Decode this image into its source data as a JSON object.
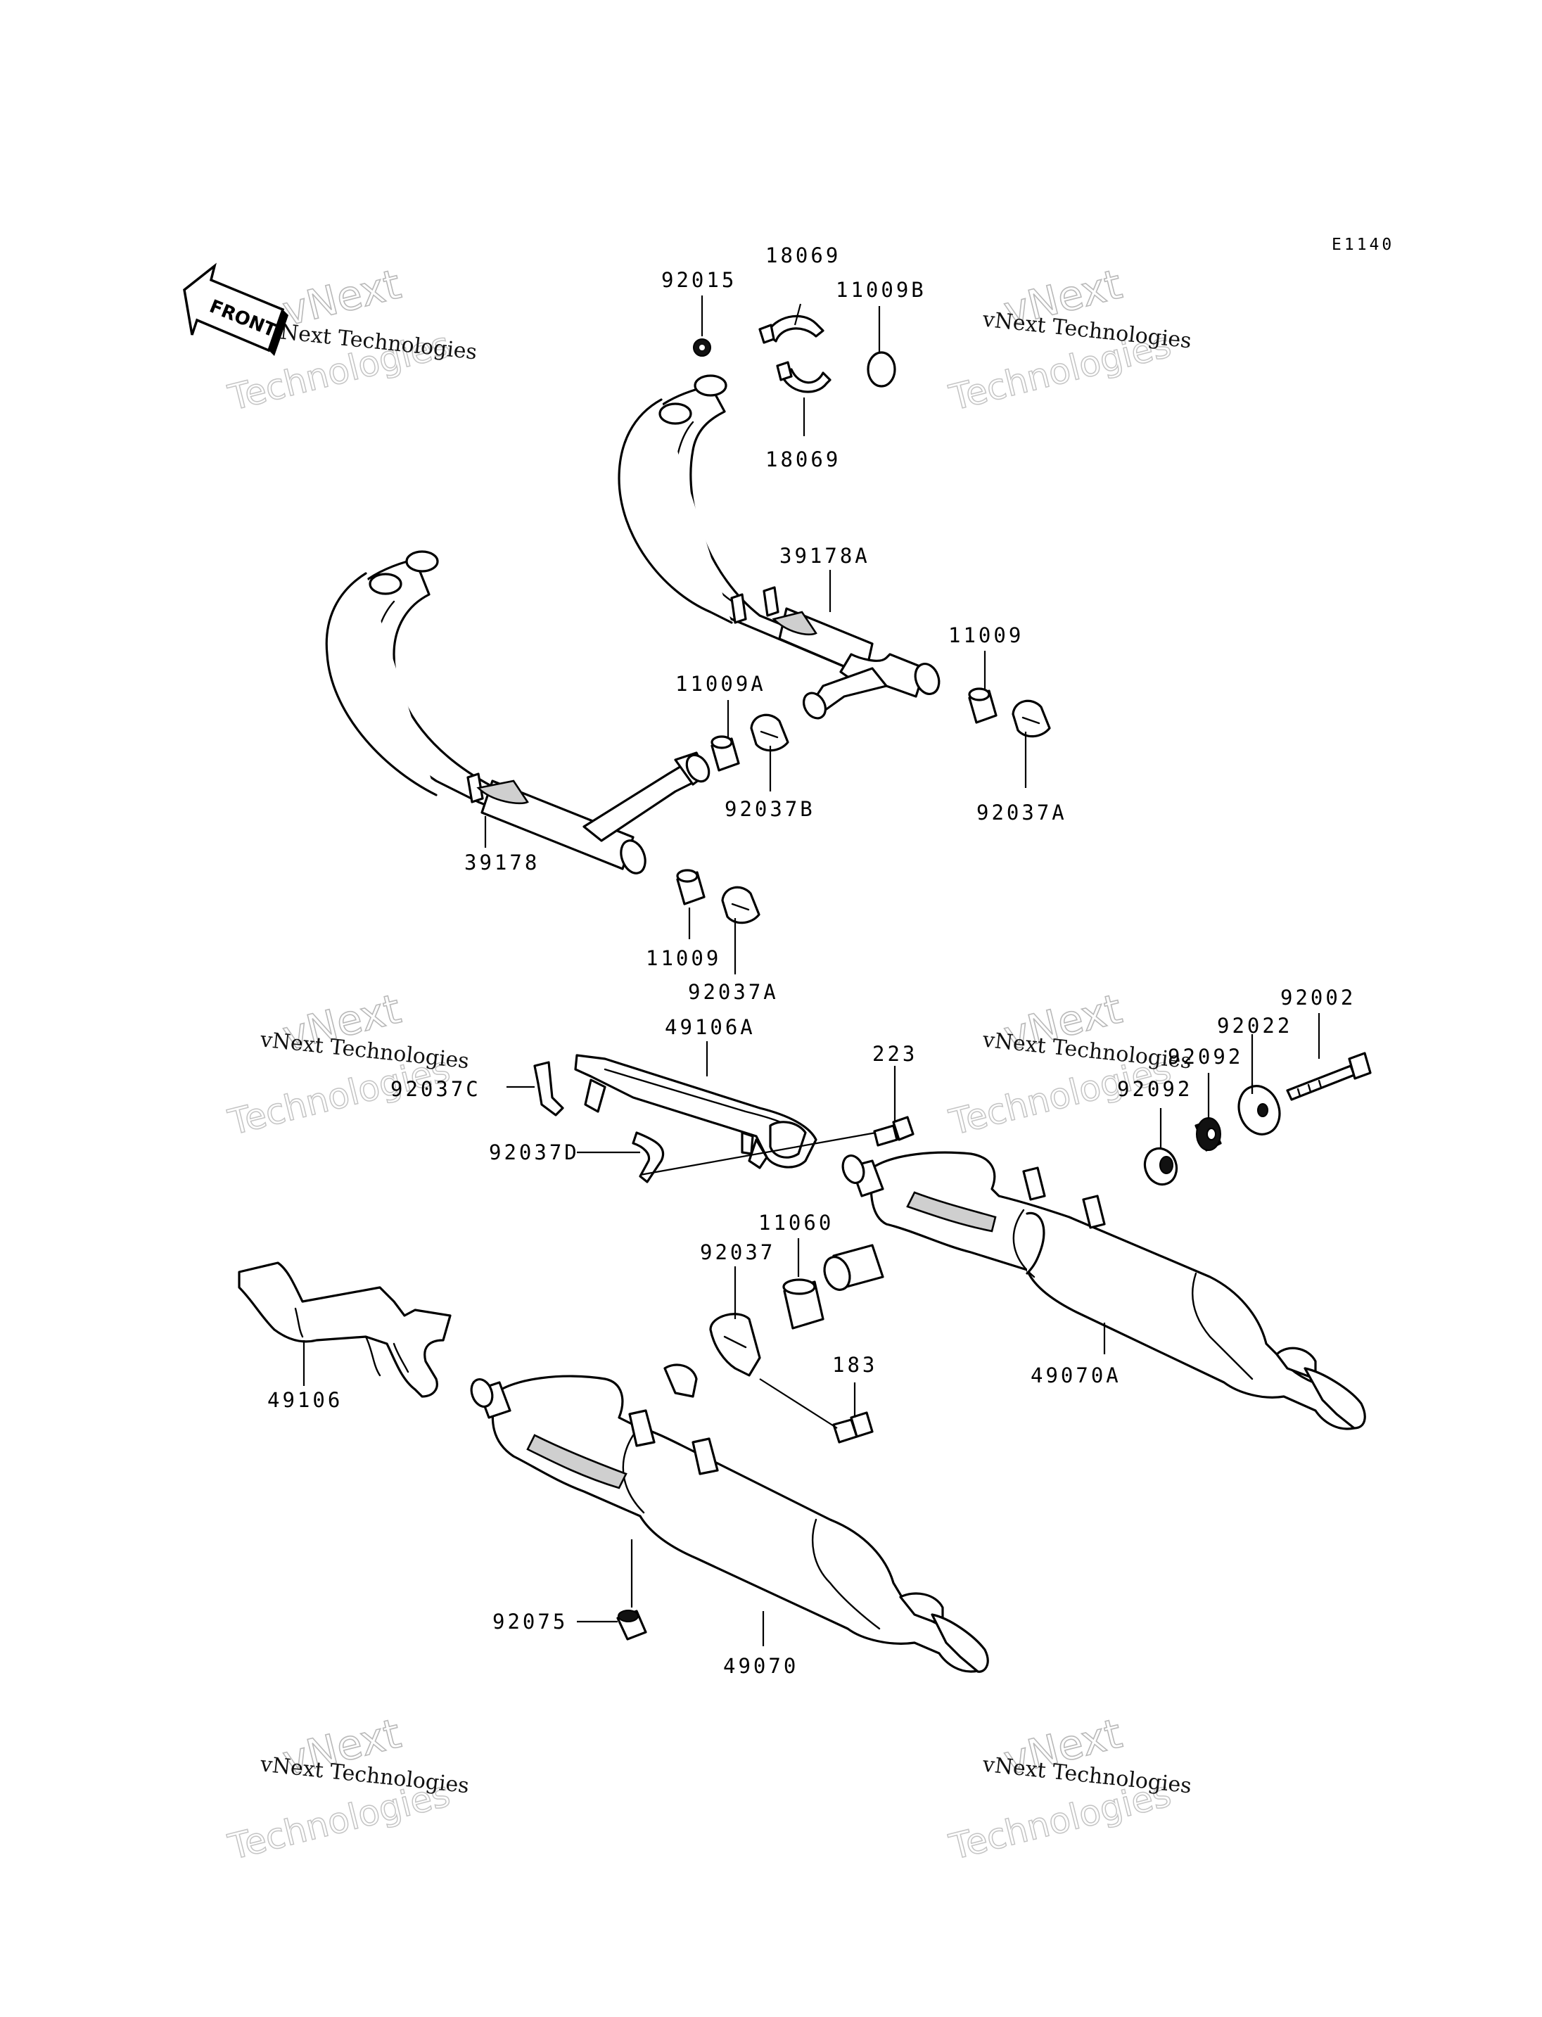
{
  "diagram_code": "E1140",
  "front_label": "FRONT",
  "watermark": {
    "line1": "vNext Technologies",
    "line2": "vNext",
    "line3": "Technologies"
  },
  "labels": {
    "p92015": "92015",
    "p18069_top": "18069",
    "p18069_bottom": "18069",
    "p11009B": "11009B",
    "p39178A": "39178A",
    "p11009_right": "11009",
    "p11009A": "11009A",
    "p92037B": "92037B",
    "p92037A_right": "92037A",
    "p39178": "39178",
    "p11009_lower": "11009",
    "p92037A_lower": "92037A",
    "p49106A": "49106A",
    "p92037C": "92037C",
    "p92037D": "92037D",
    "p223": "223",
    "p92002": "92002",
    "p92022": "92022",
    "p92092_upper": "92092",
    "p92092_lower": "92092",
    "p11060": "11060",
    "p92037": "92037",
    "p183": "183",
    "p49070A": "49070A",
    "p49106": "49106",
    "p92075": "92075",
    "p49070": "49070"
  }
}
